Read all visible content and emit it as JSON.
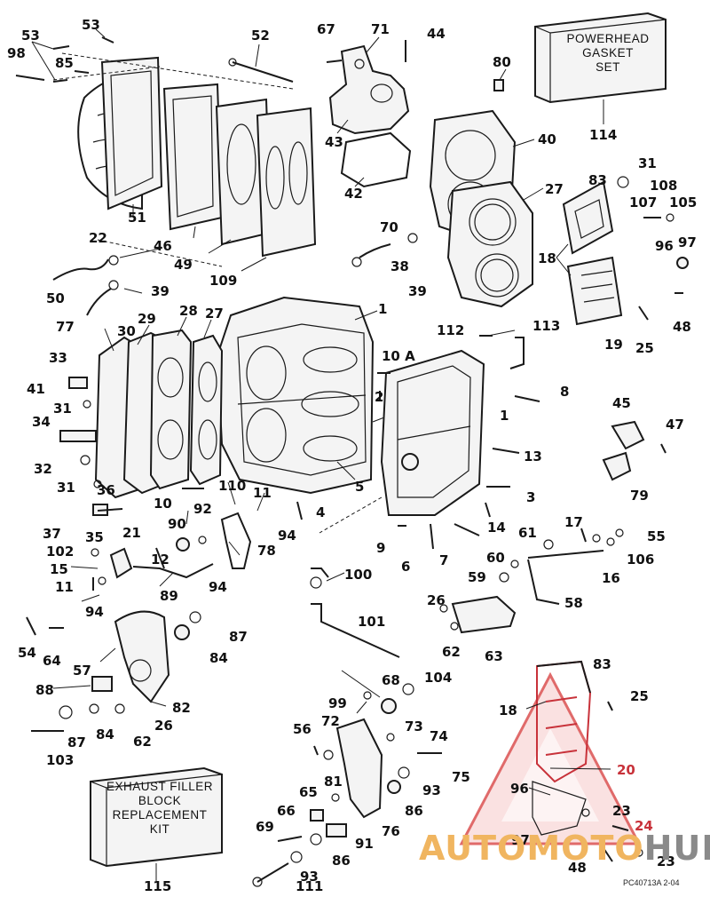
{
  "boxes": {
    "gasket_set": {
      "lines": [
        "POWERHEAD",
        "GASKET",
        "SET"
      ],
      "number": "114"
    },
    "filler_kit": {
      "lines": [
        "EXHAUST FILLER",
        "BLOCK",
        "REPLACEMENT",
        "KIT"
      ],
      "number": "115"
    }
  },
  "labels": {
    "l98": "98",
    "l53a": "53",
    "l53b": "53",
    "l85": "85",
    "l52": "52",
    "l67": "67",
    "l71": "71",
    "l44": "44",
    "l80": "80",
    "l43": "43",
    "l40": "40",
    "l42": "42",
    "l27a": "27",
    "l31a": "31",
    "l83a": "83",
    "l108": "108",
    "l107": "107",
    "l105": "105",
    "l70": "70",
    "l18a": "18",
    "l96a": "96",
    "l97a": "97",
    "l51": "51",
    "l46": "46",
    "l49": "49",
    "l109": "109",
    "l22": "22",
    "l50": "50",
    "l39a": "39",
    "l38": "38",
    "l39b": "39",
    "l48a": "48",
    "l77": "77",
    "l28": "28",
    "l27b": "27",
    "l29": "29",
    "l30": "30",
    "l1a": "1",
    "l19": "19",
    "l25a": "25",
    "l112": "112",
    "l113": "113",
    "l33": "33",
    "l41": "41",
    "l31b": "31",
    "l10a": "10 A",
    "l8": "8",
    "l2": "2",
    "l1b": "1",
    "l34": "34",
    "l45": "45",
    "l47": "47",
    "l13": "13",
    "l32": "32",
    "l31c": "31",
    "l79": "79",
    "l36": "36",
    "l110": "110",
    "l5": "5",
    "l3": "3",
    "l37": "37",
    "l35": "35",
    "l10": "10",
    "l11a": "11",
    "l4": "4",
    "l14": "14",
    "l17": "17",
    "l55": "55",
    "l90": "90",
    "l92": "92",
    "l61": "61",
    "l21": "21",
    "l94a": "94",
    "l9": "9",
    "l6": "6",
    "l7": "7",
    "l106": "106",
    "l102": "102",
    "l78": "78",
    "l15": "15",
    "l12": "12",
    "l100": "100",
    "l60": "60",
    "l16": "16",
    "l11b": "11",
    "l89": "89",
    "l94b": "94",
    "l59": "59",
    "l94c": "94",
    "l58": "58",
    "l26a": "26",
    "l101": "101",
    "l54": "54",
    "l64": "64",
    "l87a": "87",
    "l62a": "62",
    "l63": "63",
    "l84a": "84",
    "l57": "57",
    "l83b": "83",
    "l68": "68",
    "l104": "104",
    "l88": "88",
    "l25b": "25",
    "l99": "99",
    "l82": "82",
    "l18b": "18",
    "l26b": "26",
    "l84b": "84",
    "l87b": "87",
    "l62b": "62",
    "l72": "72",
    "l56": "56",
    "l73": "73",
    "l74": "74",
    "l103": "103",
    "l20": "20",
    "l75": "75",
    "l81": "81",
    "l65": "65",
    "l93a": "93",
    "l96b": "96",
    "l66": "66",
    "l86a": "86",
    "l23a": "23",
    "l69": "69",
    "l76": "76",
    "l24": "24",
    "l97b": "97",
    "l91": "91",
    "l86b": "86",
    "l48b": "48",
    "l23b": "23",
    "l111": "111",
    "l93b": "93"
  },
  "drawing_code": "PC40713A   2-04",
  "watermark": {
    "part1": "AUTO",
    "part2": "MOTO",
    "part3": "HUB"
  },
  "colors": {
    "ink": "#1a1a1a",
    "watermark_red": "#c8323a",
    "watermark_orange": "#f0b560",
    "watermark_gray": "#8a8a8a"
  }
}
